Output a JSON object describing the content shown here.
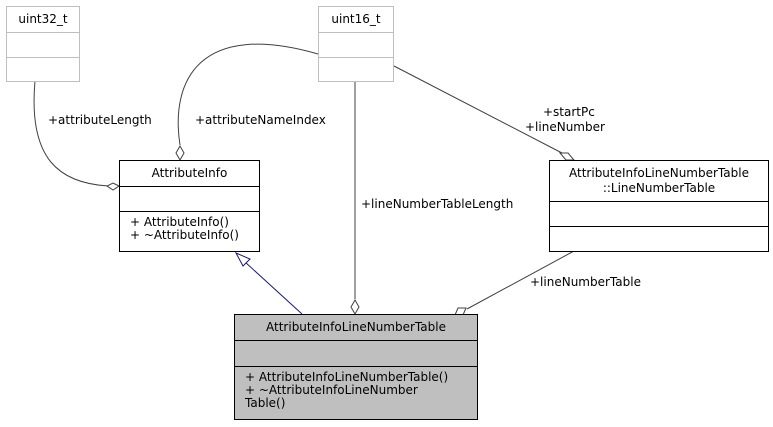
{
  "classes": {
    "uint32": {
      "name": "uint32_t"
    },
    "uint16": {
      "name": "uint16_t"
    },
    "attribute_info": {
      "name": "AttributeInfo",
      "methods": [
        "+ AttributeInfo()",
        "+ ~AttributeInfo()"
      ]
    },
    "line_number_table": {
      "name_line1": "AttributeInfoLineNumberTable",
      "name_line2": "::LineNumberTable"
    },
    "attribute_info_lnt": {
      "name": "AttributeInfoLineNumberTable",
      "methods": [
        "+ AttributeInfoLineNumberTable()",
        "+ ~AttributeInfoLineNumber",
        "Table()"
      ]
    }
  },
  "edges": {
    "attribute_length": "+attributeLength",
    "attribute_name_index": "+attributeNameIndex",
    "line_number_table_length": "+lineNumberTableLength",
    "start_pc": "+startPc",
    "line_number": "+lineNumber",
    "line_number_table": "+lineNumberTable"
  },
  "colors": {
    "highlight": "#bfbfbf",
    "inheritance_edge": "#191970",
    "association_edge": "#404040",
    "external_border": "#bfbfbf"
  }
}
